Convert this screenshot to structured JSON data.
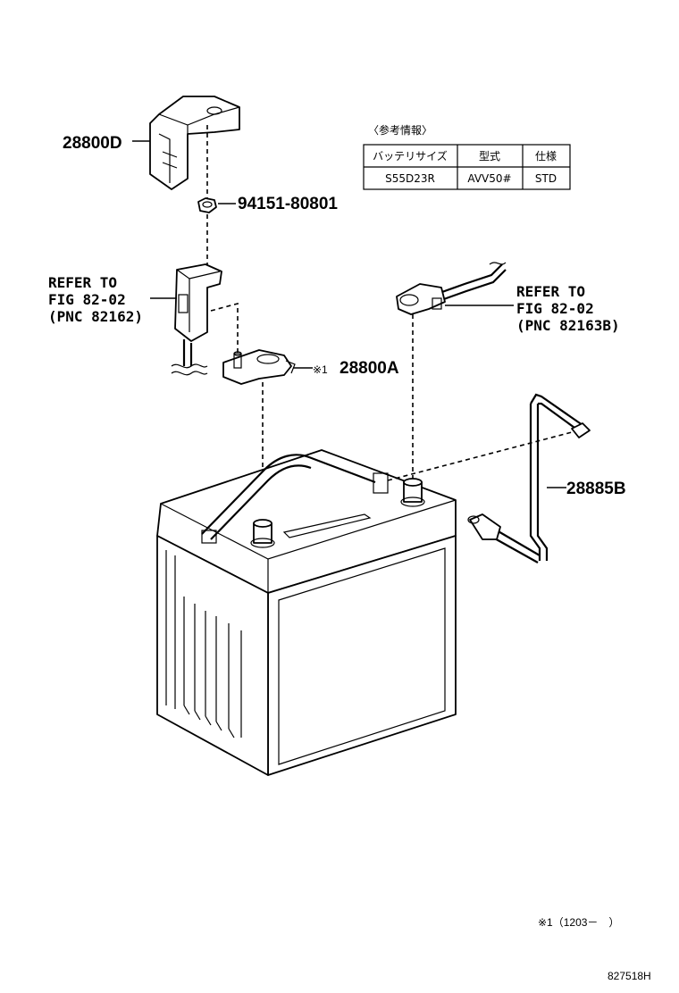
{
  "diagram_id": "827518H",
  "footnote": "※1（1203－　）",
  "reference_info": {
    "heading": "〈参考情報〉",
    "headers": [
      "バッテリサイズ",
      "型式",
      "仕様"
    ],
    "row": [
      "S55D23R",
      "AVV50#",
      "STD"
    ]
  },
  "parts": {
    "cover": "28800D",
    "nut": "94151-80801",
    "clamp": "28800A",
    "clamp_note": "※1",
    "hold_down": "28885B"
  },
  "refs": {
    "left": [
      "REFER TO",
      "FIG 82-02",
      "(PNC 82162)"
    ],
    "right": [
      "REFER TO",
      "FIG 82-02",
      "(PNC 82163B)"
    ]
  }
}
